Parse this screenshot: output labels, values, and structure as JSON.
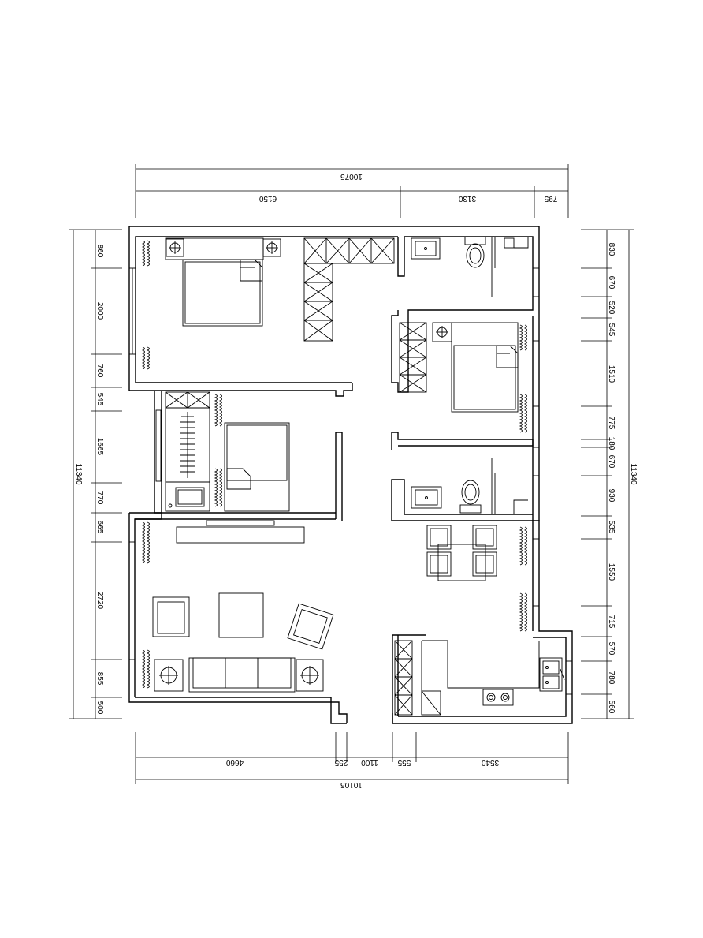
{
  "dimensions": {
    "top_total": "10075",
    "top_segments": [
      "6150",
      "3130",
      "795"
    ],
    "bottom_total": "10105",
    "bottom_segments": [
      "4660",
      "255",
      "1100",
      "555",
      "3540"
    ],
    "left_total": "11340",
    "left_segments": [
      "860",
      "2000",
      "760",
      "545",
      "1665",
      "770",
      "665",
      "2720",
      "855",
      "500"
    ],
    "right_total": "11340",
    "right_segments": [
      "830",
      "670",
      "520",
      "545",
      "1510",
      "775",
      "180",
      "670",
      "930",
      "535",
      "1550",
      "715",
      "570",
      "780",
      "560"
    ]
  },
  "colors": {
    "line": "#000000",
    "background": "#ffffff"
  },
  "icons": [
    "bed-icon",
    "wardrobe-icon",
    "toilet-icon",
    "washbasin-icon",
    "sofa-icon",
    "armchair-icon",
    "dining-table-icon",
    "stove-icon",
    "sink-icon",
    "tv-icon",
    "curtain-icon",
    "lamp-icon"
  ]
}
